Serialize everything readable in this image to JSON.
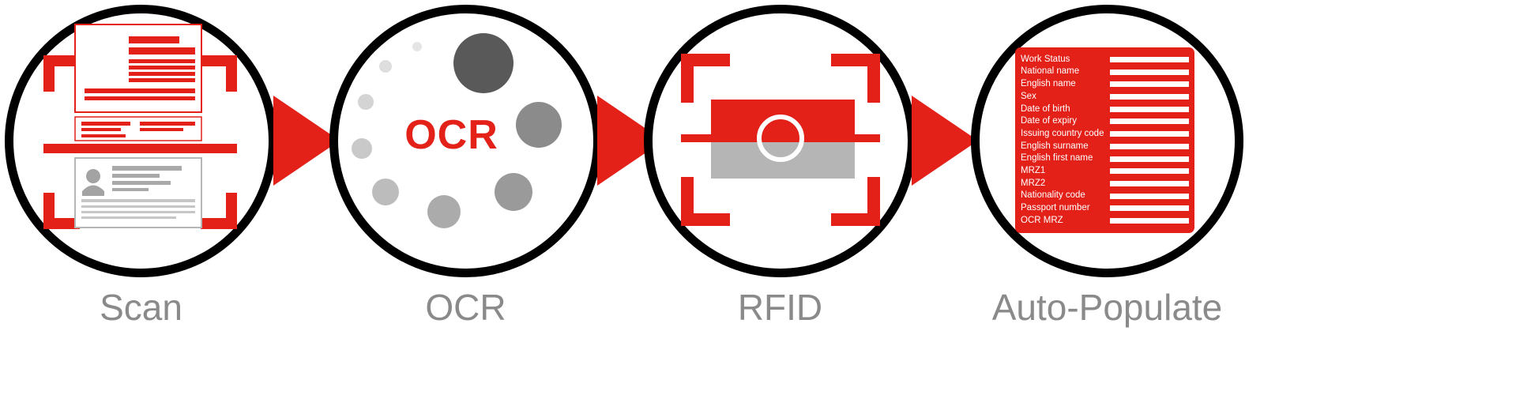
{
  "colors": {
    "accent": "#e32119",
    "label_gray": "#8a8a8a"
  },
  "icons": {
    "arrow": "solid-right-triangle",
    "scan": "document-in-corner-brackets-with-scan-bar",
    "ocr": "dotted-circle-spinner",
    "rfid": "card-with-antenna-coil-in-corner-brackets",
    "auto_populate": "red-form-panel-with-field-list"
  },
  "steps": [
    {
      "id": "scan",
      "label": "Scan"
    },
    {
      "id": "ocr",
      "label": "OCR",
      "center_text": "OCR"
    },
    {
      "id": "rfid",
      "label": "RFID"
    },
    {
      "id": "auto_populate",
      "label": "Auto-Populate",
      "fields": [
        "Work Status",
        "National name",
        "English name",
        "Sex",
        "Date of birth",
        "Date of expiry",
        "Issuing country code",
        "English surname",
        "English first name",
        "MRZ1",
        "MRZ2",
        "Nationality code",
        "Passport number",
        "OCR MRZ"
      ]
    }
  ]
}
